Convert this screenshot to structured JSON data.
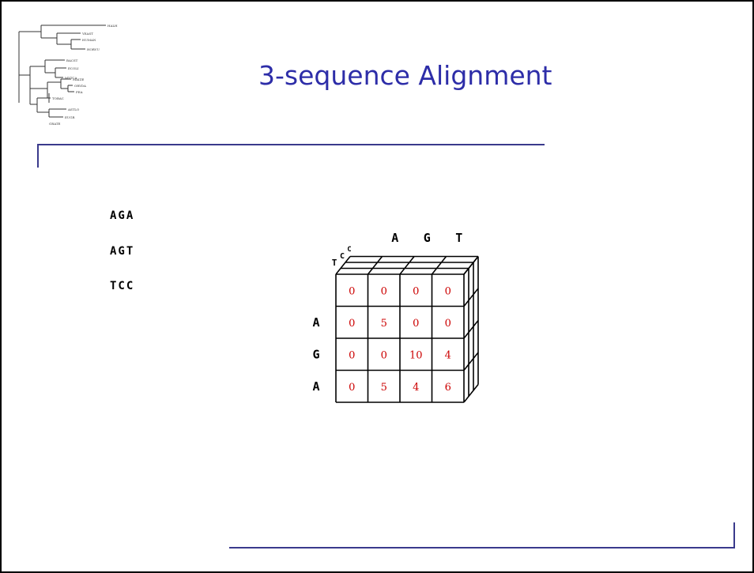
{
  "title": "3-sequence Alignment",
  "logo_tree": {
    "leaves": [
      "HALH",
      "YEAST",
      "HUMAN",
      "HORVU",
      "BACST",
      "ECOLI",
      "MYTCA",
      "MAIZE",
      "ORYDA",
      "PEA",
      "TOBAC",
      "ASTLO",
      "EUGR",
      "GRATE"
    ]
  },
  "sequences": [
    "AGA",
    "AGT",
    "TCC"
  ],
  "cube": {
    "top_labels": [
      "A",
      "G",
      "T"
    ],
    "depth_labels": [
      "T",
      "C",
      "C"
    ],
    "row_labels": [
      "A",
      "G",
      "A"
    ],
    "values": [
      [
        "0",
        "0",
        "0",
        "0"
      ],
      [
        "0",
        "5",
        "0",
        "0"
      ],
      [
        "0",
        "0",
        "10",
        "4"
      ],
      [
        "0",
        "5",
        "4",
        "6"
      ]
    ]
  },
  "colors": {
    "title": "#2d2da8",
    "rule": "#3a3a8c",
    "values": "#cc0000",
    "grid": "#000000"
  }
}
